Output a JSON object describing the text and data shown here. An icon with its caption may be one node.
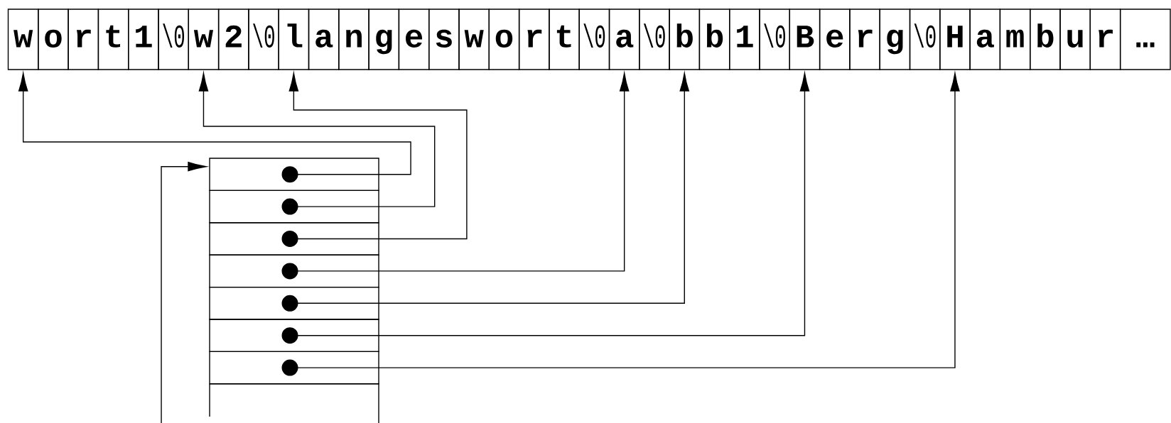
{
  "diagram": {
    "nodes": [
      {
        "text": [
          "w"
        ]
      },
      {
        "text": [
          "o"
        ]
      },
      {
        "text": [
          "r"
        ]
      },
      {
        "text": [
          "t"
        ]
      },
      {
        "text": [
          "1"
        ]
      },
      {
        "text": [
          "\\0"
        ]
      },
      {
        "text": [
          "w"
        ]
      },
      {
        "text": [
          "2"
        ]
      },
      {
        "text": [
          "\\0"
        ]
      },
      {
        "text": [
          "l"
        ]
      },
      {
        "text": [
          "a"
        ]
      },
      {
        "text": [
          "n"
        ]
      },
      {
        "text": [
          "g"
        ]
      },
      {
        "text": [
          "e"
        ]
      },
      {
        "text": [
          "s"
        ]
      },
      {
        "text": [
          "w"
        ]
      },
      {
        "text": [
          "o"
        ]
      },
      {
        "text": [
          "r"
        ]
      },
      {
        "text": [
          "t"
        ]
      },
      {
        "text": [
          "\\0"
        ]
      },
      {
        "text": [
          "a"
        ]
      },
      {
        "text": [
          "\\0"
        ]
      },
      {
        "text": [
          "b"
        ]
      },
      {
        "text": [
          "b"
        ]
      },
      {
        "text": [
          "1"
        ]
      },
      {
        "text": [
          "\\0"
        ]
      },
      {
        "text": [
          "B"
        ]
      },
      {
        "text": [
          "e"
        ]
      },
      {
        "text": [
          "r"
        ]
      },
      {
        "text": [
          "g"
        ]
      },
      {
        "text": [
          "\\0"
        ]
      },
      {
        "text": [
          "H"
        ]
      },
      {
        "text": [
          "a"
        ]
      },
      {
        "text": [
          "m"
        ]
      },
      {
        "text": [
          "b"
        ]
      },
      {
        "text": [
          "u"
        ]
      },
      {
        "text": [
          "r"
        ]
      },
      {
        "text": [
          "…"
        ]
      },
      {
        "text": [],
        "shape": "box"
      },
      {
        "text": [],
        "shape": "box"
      },
      {
        "text": [],
        "shape": "box"
      },
      {
        "text": [],
        "shape": "box"
      },
      {
        "text": [],
        "shape": "box"
      },
      {
        "text": [],
        "shape": "box"
      },
      {
        "text": [],
        "shape": "box"
      },
      {
        "text": [],
        "shape": "box"
      }
    ],
    "edges": [
      {
        "from": 38,
        "to": 0,
        "arrow": "to"
      },
      {
        "from": 39,
        "to": 6,
        "arrow": "to"
      },
      {
        "from": 40,
        "to": 9,
        "arrow": "to"
      },
      {
        "from": 41,
        "to": 20,
        "arrow": "to"
      },
      {
        "from": 42,
        "to": 22,
        "arrow": "to"
      },
      {
        "from": 43,
        "to": 26,
        "arrow": "to"
      },
      {
        "from": 44,
        "to": 31,
        "arrow": "to"
      },
      {
        "from": null,
        "to": 38,
        "arrow": "to"
      }
    ]
  }
}
